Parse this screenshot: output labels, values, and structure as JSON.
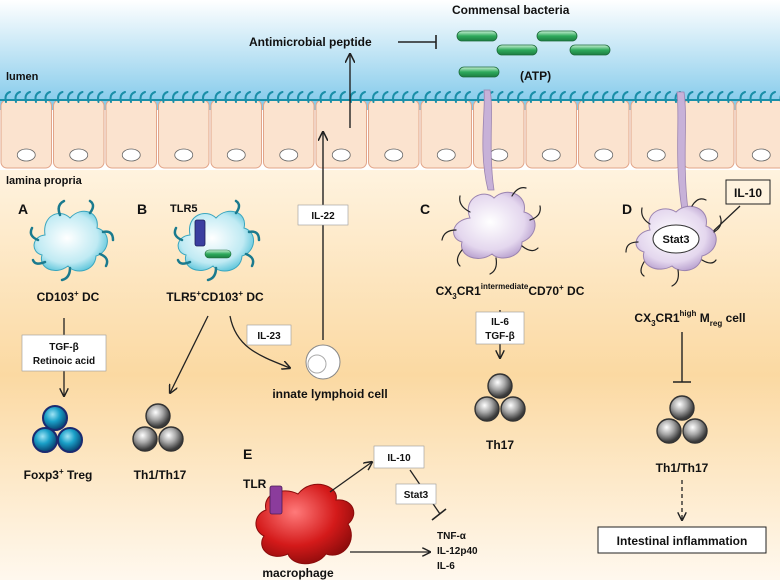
{
  "regions": {
    "lumen": "lumen",
    "lamina_propria": "lamina propria"
  },
  "top": {
    "commensal_bacteria": "Commensal bacteria",
    "antimicrobial_peptide": "Antimicrobial peptide",
    "atp": "(ATP)"
  },
  "panel_a": {
    "letter": "A",
    "cell": "CD103",
    "cell_sup": "+",
    "cell_suffix": " DC",
    "factor1": "TGF-β",
    "factor2": "Retinoic acid",
    "result": "Foxp3",
    "result_sup": "+",
    "result_suffix": " Treg"
  },
  "panel_b": {
    "letter": "B",
    "receptor": "TLR5",
    "cell_a": "TLR5",
    "cell_a_sup": "+",
    "cell_b": "CD103",
    "cell_b_sup": "+",
    "cell_suffix": " DC",
    "il23": "IL-23",
    "il22": "IL-22",
    "ilc": "innate lymphoid cell",
    "result": "Th1/Th17"
  },
  "panel_c": {
    "letter": "C",
    "cell_main": "CX",
    "cell_sub": "3",
    "cell_main2": "CR1",
    "cell_sup": "intermediate",
    "cell_mid": "CD70",
    "cell_sup2": "+",
    "cell_suffix": " DC",
    "factor1": "IL-6",
    "factor2": "TGF-β",
    "result": "Th17"
  },
  "panel_d": {
    "letter": "D",
    "il10": "IL-10",
    "stat3": "Stat3",
    "cell_main": "CX",
    "cell_sub": "3",
    "cell_main2": "CR1",
    "cell_sup": "high",
    "cell_m": " M",
    "cell_msub": "reg",
    "cell_suffix": " cell",
    "result": "Th1/Th17",
    "outcome": "Intestinal inflammation"
  },
  "panel_e": {
    "letter": "E",
    "receptor": "TLR",
    "il10": "IL-10",
    "stat3": "Stat3",
    "out1": "TNF-α",
    "out2": "IL-12p40",
    "out3": "IL-6",
    "cell": "macrophage"
  },
  "colors": {
    "lumen_top": "#ffffff",
    "lumen_bottom": "#7ec8ea",
    "lamina_top": "#fde9c9",
    "lamina_bottom": "#f6b25a",
    "epithelium": "#fbe3cf",
    "bacteria": "#2eaa5c",
    "dc_cyan": "#57c3d9",
    "dc_lilac": "#c7b1d8",
    "treg": "#1380a9",
    "macrophage": "#d41a1a",
    "tlr": "#3b3ea0",
    "tlr_e": "#8b3c9c"
  }
}
